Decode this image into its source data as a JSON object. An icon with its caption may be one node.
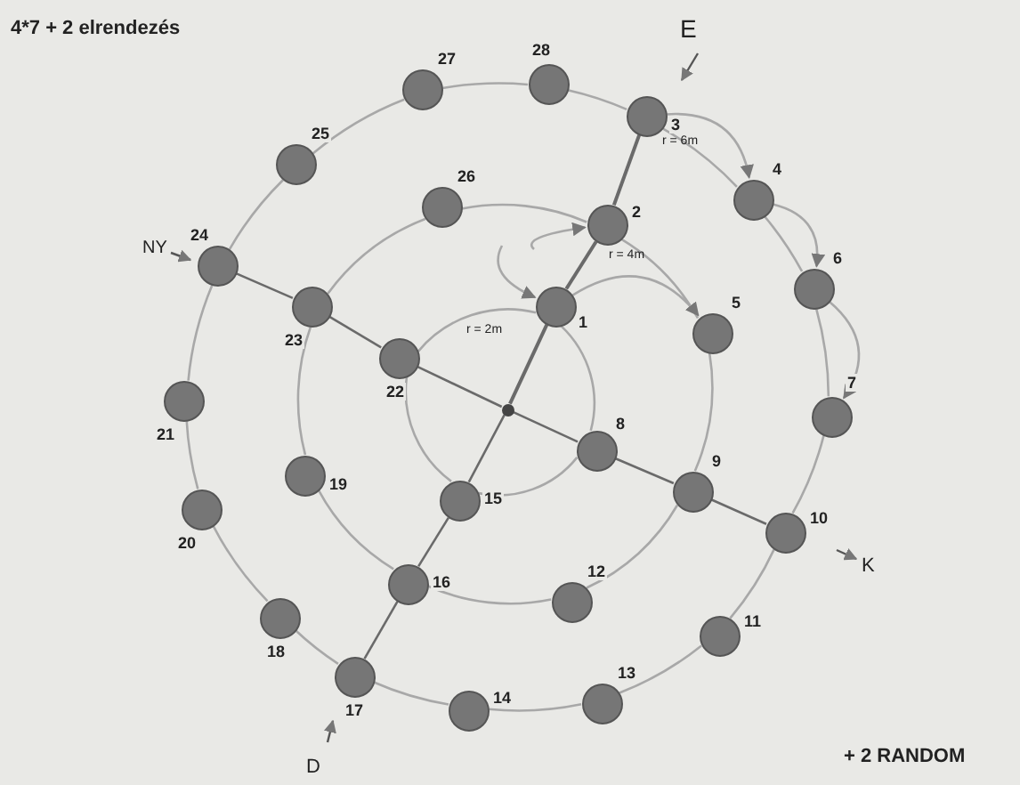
{
  "diagram": {
    "title": "4*7 + 2 elrendezés",
    "nodes": [
      {
        "text": [],
        "shape": "circle",
        "beside": [
          "1"
        ]
      },
      {
        "text": [],
        "shape": "circle",
        "beside": [
          "2"
        ]
      },
      {
        "text": [],
        "shape": "circle",
        "beside": [
          "3"
        ]
      },
      {
        "text": [],
        "shape": "circle",
        "beside": [
          "4"
        ]
      },
      {
        "text": [],
        "shape": "circle",
        "beside": [
          "5"
        ]
      },
      {
        "text": [],
        "shape": "circle",
        "beside": [
          "6"
        ]
      },
      {
        "text": [],
        "shape": "circle",
        "beside": [
          "7"
        ]
      },
      {
        "text": [],
        "shape": "circle",
        "beside": [
          "8"
        ]
      },
      {
        "text": [],
        "shape": "circle",
        "beside": [
          "9"
        ]
      },
      {
        "text": [],
        "shape": "circle",
        "beside": [
          "10"
        ]
      },
      {
        "text": [],
        "shape": "circle",
        "beside": [
          "11"
        ]
      },
      {
        "text": [],
        "shape": "circle",
        "beside": [
          "12"
        ]
      },
      {
        "text": [],
        "shape": "circle",
        "beside": [
          "13"
        ]
      },
      {
        "text": [],
        "shape": "circle",
        "beside": [
          "14"
        ]
      },
      {
        "text": [],
        "shape": "circle",
        "beside": [
          "15"
        ]
      },
      {
        "text": [],
        "shape": "circle",
        "beside": [
          "16"
        ]
      },
      {
        "text": [],
        "shape": "circle",
        "beside": [
          "17"
        ]
      },
      {
        "text": [],
        "shape": "circle",
        "beside": [
          "18"
        ]
      },
      {
        "text": [],
        "shape": "circle",
        "beside": [
          "19"
        ]
      },
      {
        "text": [],
        "shape": "circle",
        "beside": [
          "20"
        ]
      },
      {
        "text": [],
        "shape": "circle",
        "beside": [
          "21"
        ]
      },
      {
        "text": [],
        "shape": "circle",
        "beside": [
          "22"
        ]
      },
      {
        "text": [],
        "shape": "circle",
        "beside": [
          "23"
        ]
      },
      {
        "text": [],
        "shape": "circle",
        "beside": [
          "24"
        ]
      },
      {
        "text": [],
        "shape": "circle",
        "beside": [
          "25"
        ]
      },
      {
        "text": [],
        "shape": "circle",
        "beside": [
          "26"
        ]
      },
      {
        "text": [],
        "shape": "circle",
        "beside": [
          "27"
        ]
      },
      {
        "text": [],
        "shape": "circle",
        "beside": [
          "28"
        ]
      },
      {
        "text": [],
        "shape": "circle"
      }
    ],
    "edges": [
      {
        "from": 28,
        "to": 0,
        "arrow": "none"
      },
      {
        "from": 0,
        "to": 1,
        "arrow": "none"
      },
      {
        "from": 1,
        "to": 2,
        "arrow": "none"
      },
      {
        "from": 28,
        "to": 21,
        "arrow": "none"
      },
      {
        "from": 21,
        "to": 22,
        "arrow": "none"
      },
      {
        "from": 22,
        "to": 23,
        "arrow": "none"
      },
      {
        "from": 28,
        "to": 7,
        "arrow": "none"
      },
      {
        "from": 7,
        "to": 8,
        "arrow": "none"
      },
      {
        "from": 8,
        "to": 9,
        "arrow": "none"
      },
      {
        "from": 28,
        "to": 14,
        "arrow": "none"
      },
      {
        "from": 14,
        "to": 15,
        "arrow": "none"
      },
      {
        "from": 15,
        "to": 16,
        "arrow": "none"
      },
      {
        "from": 2,
        "to": 3,
        "arrow": "none"
      },
      {
        "from": 3,
        "to": 5,
        "arrow": "none"
      },
      {
        "from": 5,
        "to": 6,
        "arrow": "none"
      },
      {
        "from": 6,
        "to": 9,
        "arrow": "none"
      },
      {
        "from": 9,
        "to": 10,
        "arrow": "none"
      },
      {
        "from": 10,
        "to": 12,
        "arrow": "none"
      },
      {
        "from": 12,
        "to": 13,
        "arrow": "none"
      },
      {
        "from": 13,
        "to": 16,
        "arrow": "none"
      },
      {
        "from": 16,
        "to": 17,
        "arrow": "none"
      },
      {
        "from": 17,
        "to": 19,
        "arrow": "none"
      },
      {
        "from": 19,
        "to": 20,
        "arrow": "none"
      },
      {
        "from": 20,
        "to": 23,
        "arrow": "none"
      },
      {
        "from": 23,
        "to": 24,
        "arrow": "none"
      },
      {
        "from": 24,
        "to": 26,
        "arrow": "none"
      },
      {
        "from": 26,
        "to": 27,
        "arrow": "none"
      },
      {
        "from": 27,
        "to": 2,
        "arrow": "none"
      },
      {
        "from": 1,
        "to": 4,
        "arrow": "none"
      },
      {
        "from": 4,
        "to": 8,
        "arrow": "none"
      },
      {
        "from": 8,
        "to": 11,
        "arrow": "none"
      },
      {
        "from": 11,
        "to": 15,
        "arrow": "none"
      },
      {
        "from": 15,
        "to": 18,
        "arrow": "none"
      },
      {
        "from": 18,
        "to": 22,
        "arrow": "none"
      },
      {
        "from": 22,
        "to": 25,
        "arrow": "none"
      },
      {
        "from": 25,
        "to": 1,
        "arrow": "none"
      },
      {
        "from": 0,
        "to": 7,
        "arrow": "none"
      },
      {
        "from": 7,
        "to": 14,
        "arrow": "none"
      },
      {
        "from": 14,
        "to": 21,
        "arrow": "none"
      },
      {
        "from": 21,
        "to": 0,
        "arrow": "none"
      },
      {
        "from": 2,
        "to": 3,
        "arrow": "to"
      },
      {
        "from": 3,
        "to": 5,
        "arrow": "to"
      },
      {
        "from": 5,
        "to": 6,
        "arrow": "to"
      },
      {
        "from": 0,
        "to": 4,
        "arrow": "to"
      },
      {
        "from": null,
        "to": 1,
        "arrow": "to"
      },
      {
        "from": null,
        "to": 0,
        "arrow": "to"
      }
    ],
    "labels": [
      "E",
      "r = 6m",
      "NY",
      "r = 4m",
      "r = 2m",
      "K",
      "D",
      "+ 2 RANDOM"
    ]
  }
}
